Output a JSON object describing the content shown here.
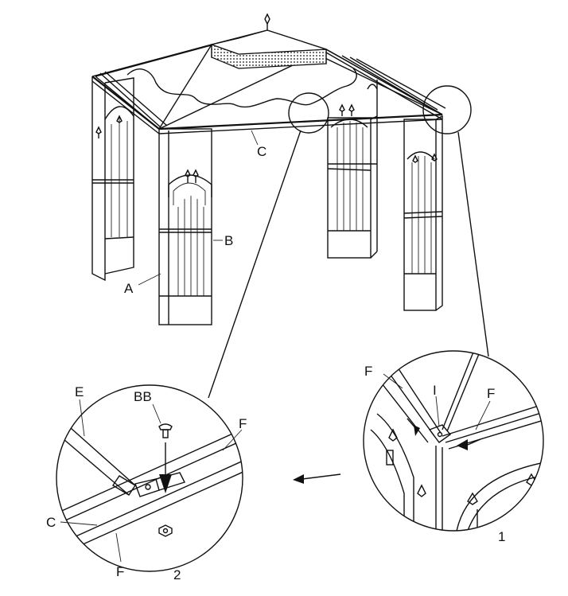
{
  "labels": {
    "A": "A",
    "B": "B",
    "C_top": "C",
    "E": "E",
    "BB": "BB",
    "F_detail2": "F",
    "C_detail2": "C",
    "F_detail2_bottom": "F",
    "F_detail1_left": "F",
    "I": "I",
    "F_detail1_right": "F",
    "step1": "1",
    "step2": "2"
  },
  "colors": {
    "line": "#111111",
    "background": "#ffffff"
  }
}
